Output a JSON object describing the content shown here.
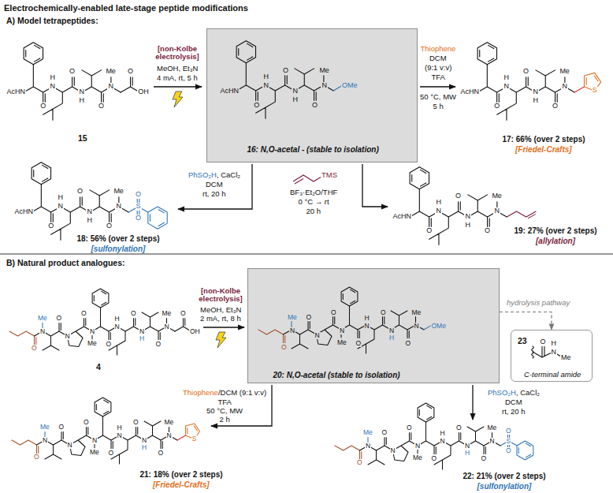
{
  "diagram": {
    "title": "Electrochemically-enabled late-stage peptide modifications",
    "nodes": [
      {
        "text": [
          "AcHN",
          "O",
          "N",
          "H",
          "O",
          "N",
          "H",
          "O",
          "N",
          "Me",
          "OMe",
          "16: N,O-acetal - (stable to isolation)"
        ]
      },
      {
        "text": [
          "O",
          "N",
          "Me",
          "O",
          "N",
          "O",
          "N",
          "Me",
          "O",
          "N",
          "H",
          "O",
          "N",
          "H",
          "O",
          "N",
          "Me",
          "OMe",
          "20: N,O-acetal (stable to isolation)"
        ]
      },
      {
        "text": [
          "23",
          "O",
          "N",
          "H",
          "Me",
          "C-terminal amide"
        ]
      }
    ],
    "edges": [
      {
        "from": 1,
        "to": 2,
        "arrow": "to",
        "label": "hydrolysis pathway"
      }
    ],
    "labels": [
      "A) Model tetrapeptides:",
      "[non-Kolbe electrolysis]",
      "MeOH, Et₃N",
      "4 mA, rt, 5 h",
      "Thiophene",
      "DCM",
      "(9:1 v:v)",
      "TFA",
      "50 °C, MW",
      "5 h",
      "PhSO₂H, CaCl₂",
      "DCM",
      "rt, 20 h",
      "TMS",
      "BF₃·Et₂O/THF",
      "0 °C → rt",
      "20 h",
      "AcHN",
      "O",
      "N",
      "H",
      "O",
      "N",
      "H",
      "O",
      "N",
      "Me",
      "O",
      "OH",
      "15",
      "AcHN",
      "O",
      "N",
      "H",
      "O",
      "N",
      "H",
      "O",
      "N",
      "Me",
      "S",
      "17: 66% (over 2 steps)",
      "[Friedel-Crafts]",
      "AcHN",
      "O",
      "N",
      "H",
      "O",
      "N",
      "H",
      "O",
      "N",
      "Me",
      "S",
      "O",
      "O",
      "18: 56% (over 2 steps)",
      "[sulfonylation]",
      "AcHN",
      "O",
      "N",
      "H",
      "O",
      "N",
      "H",
      "O",
      "N",
      "Me",
      "19: 27% (over 2 steps)",
      "[allylation]",
      "B) Natural product analogues:",
      "[non-Kolbe electrolysis]",
      "MeOH, Et₃N",
      "2 mA, rt, 8 h",
      "O",
      "N",
      "Me",
      "O",
      "N",
      "O",
      "N",
      "Me",
      "O",
      "N",
      "H",
      "O",
      "N",
      "H",
      "O",
      "N",
      "Me",
      "O",
      "OH",
      "4",
      "Thiophene/DCM (9:1 v:v)",
      "TFA",
      "50 °C, MW",
      "2 h",
      "PhSO₂H, CaCl₂",
      "DCM",
      "rt, 20 h",
      "O",
      "N",
      "Me",
      "O",
      "N",
      "O",
      "N",
      "Me",
      "O",
      "N",
      "H",
      "O",
      "N",
      "H",
      "O",
      "N",
      "Me",
      "S",
      "21: 18% (over 2 steps)",
      "[Friedel-Crafts]",
      "O",
      "N",
      "Me",
      "O",
      "N",
      "O",
      "N",
      "Me",
      "O",
      "N",
      "H",
      "O",
      "N",
      "H",
      "O",
      "N",
      "Me",
      "S",
      "O",
      "O",
      "22: 21% (over 2 steps)",
      "[sulfonylation]"
    ]
  }
}
